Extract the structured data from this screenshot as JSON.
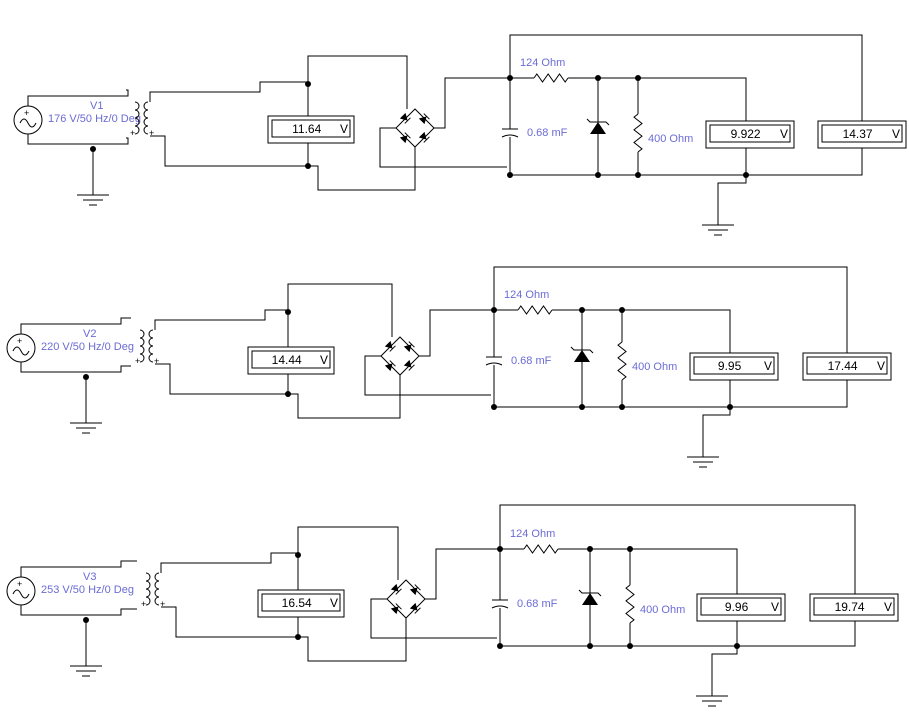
{
  "circuits": [
    {
      "source_name": "V1",
      "source_value": "176 V/50 Hz/0 Deg",
      "resistor_series": "124  Ohm",
      "capacitor": "0.68 mF",
      "resistor_load": "400  Ohm",
      "meter_rectifier": "11.64",
      "meter_load": "9.922",
      "meter_input": "14.37",
      "meter_unit": "V"
    },
    {
      "source_name": "V2",
      "source_value": "220 V/50 Hz/0 Deg",
      "resistor_series": "124  Ohm",
      "capacitor": "0.68 mF",
      "resistor_load": "400  Ohm",
      "meter_rectifier": "14.44",
      "meter_load": "9.95",
      "meter_input": "17.44",
      "meter_unit": "V"
    },
    {
      "source_name": "V3",
      "source_value": "253 V/50 Hz/0 Deg",
      "resistor_series": "124  Ohm",
      "capacitor": "0.68 mF",
      "resistor_load": "400  Ohm",
      "meter_rectifier": "16.54",
      "meter_load": "9.96",
      "meter_input": "19.74",
      "meter_unit": "V"
    }
  ]
}
